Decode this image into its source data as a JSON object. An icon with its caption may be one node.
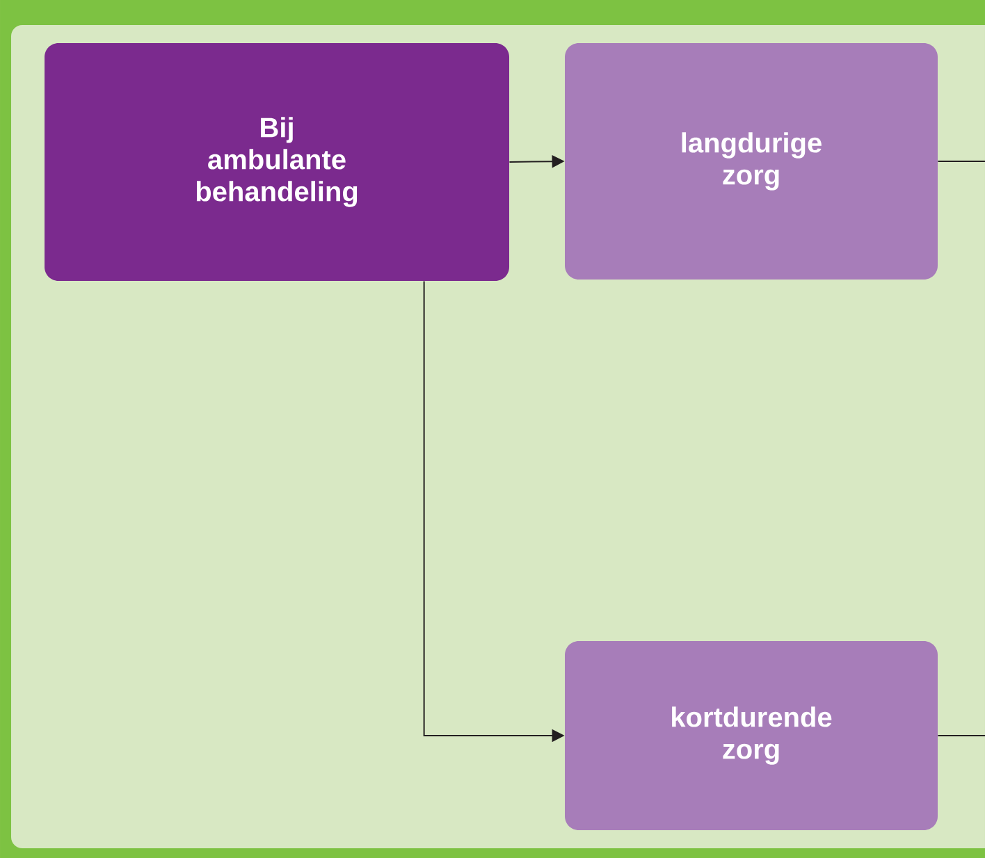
{
  "diagram": {
    "nodes": [
      {
        "text": [
          "Bij ambulante behandeling"
        ]
      },
      {
        "text": [
          "langdurige zorg"
        ]
      },
      {
        "text": [
          "kortdurende zorg"
        ]
      }
    ],
    "edges": [
      {
        "from": 0,
        "to": 1,
        "arrow": "to"
      },
      {
        "from": 0,
        "to": 2,
        "arrow": "to"
      },
      {
        "from": 1,
        "to": null,
        "arrow": "none"
      },
      {
        "from": 2,
        "to": null,
        "arrow": "none"
      }
    ]
  }
}
